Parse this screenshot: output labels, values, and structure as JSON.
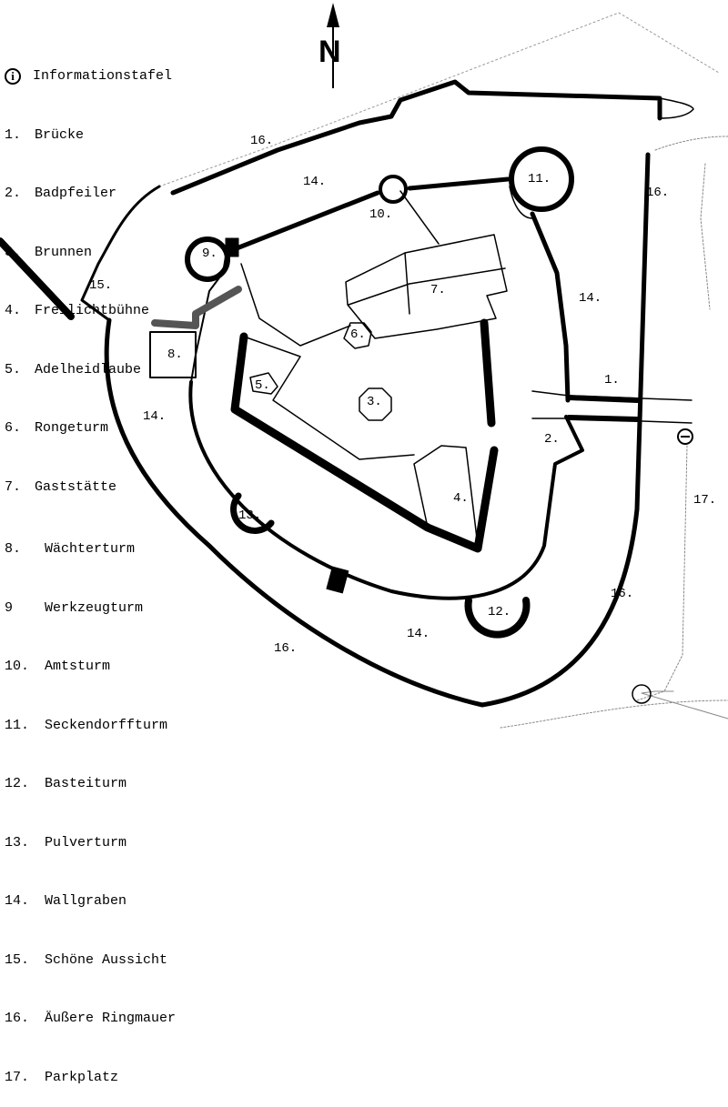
{
  "legend_top": {
    "info_label": "Informationstafel",
    "info_icon": "info-icon",
    "items": [
      {
        "num": "1.",
        "name": "Brücke"
      },
      {
        "num": "2.",
        "name": "Badpfeiler"
      },
      {
        "num": "3.",
        "name": "Brunnen"
      },
      {
        "num": "4.",
        "name": "Freilichtbühne"
      },
      {
        "num": "5.",
        "name": "Adelheidlaube"
      },
      {
        "num": "6.",
        "name": "Rongeturm"
      },
      {
        "num": "7.",
        "name": "Gaststätte"
      }
    ]
  },
  "legend_bottom": {
    "items": [
      {
        "num": "8.",
        "name": "Wächterturm"
      },
      {
        "num": "9",
        "name": "Werkzeugturm"
      },
      {
        "num": "10.",
        "name": "Amtsturm"
      },
      {
        "num": "11.",
        "name": "Seckendorffturm"
      },
      {
        "num": "12.",
        "name": "Basteiturm"
      },
      {
        "num": "13.",
        "name": "Pulverturm"
      },
      {
        "num": "14.",
        "name": "Wallgraben"
      },
      {
        "num": "15.",
        "name": "Schöne Aussicht"
      },
      {
        "num": "16.",
        "name": "Äußere Ringmauer"
      },
      {
        "num": "17.",
        "name": "Parkplatz"
      }
    ]
  },
  "compass": {
    "label": "N"
  },
  "map_labels": [
    "16.",
    "14.",
    "10.",
    "11.",
    "16.",
    "9.",
    "15.",
    "7.",
    "14.",
    "6.",
    "8.",
    "5.",
    "3.",
    "1.",
    "14.",
    "2.",
    "4.",
    "13.",
    "17.",
    "16.",
    "12.",
    "14.",
    "16."
  ]
}
